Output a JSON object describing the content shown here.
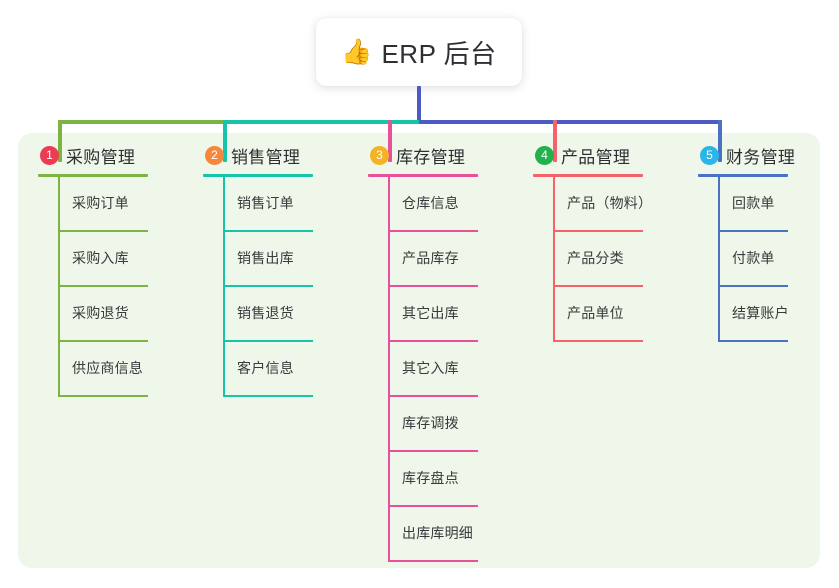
{
  "title": {
    "icon": "thumbs-up-icon",
    "icon_glyph": "👍",
    "text": "ERP 后台"
  },
  "colors": {
    "panel_background": "#eef7e9",
    "page_background": "#ffffff",
    "root_connector": "#4a5bc4",
    "text": "#2e2f33"
  },
  "columns": [
    {
      "number": "1",
      "title": "采购管理",
      "badge_color": "#ec3b52",
      "line_color": "#7cb342",
      "items": [
        "采购订单",
        "采购入库",
        "采购退货",
        "供应商信息"
      ]
    },
    {
      "number": "2",
      "title": "销售管理",
      "badge_color": "#f5883c",
      "line_color": "#16c4a8",
      "items": [
        "销售订单",
        "销售出库",
        "销售退货",
        "客户信息"
      ]
    },
    {
      "number": "3",
      "title": "库存管理",
      "badge_color": "#f5b324",
      "line_color": "#e8509a",
      "items": [
        "仓库信息",
        "产品库存",
        "其它出库",
        "其它入库",
        "库存调拨",
        "库存盘点",
        "出库库明细"
      ]
    },
    {
      "number": "4",
      "title": "产品管理",
      "badge_color": "#22b24c",
      "line_color": "#f4626b",
      "items": [
        "产品（物料）",
        "产品分类",
        "产品单位"
      ]
    },
    {
      "number": "5",
      "title": "财务管理",
      "badge_color": "#29b6e8",
      "line_color": "#4a72c4",
      "items": [
        "回款单",
        "付款单",
        "结算账户"
      ]
    }
  ],
  "connectors": {
    "root_vertical_color": "#4a5bc4",
    "bus_segments": [
      {
        "color": "#7cb342"
      },
      {
        "color": "#16c4a8"
      },
      {
        "color": "#4a5bc4"
      },
      {
        "color": "#4a5bc4"
      },
      {
        "color": "#4a5bc4"
      }
    ]
  }
}
